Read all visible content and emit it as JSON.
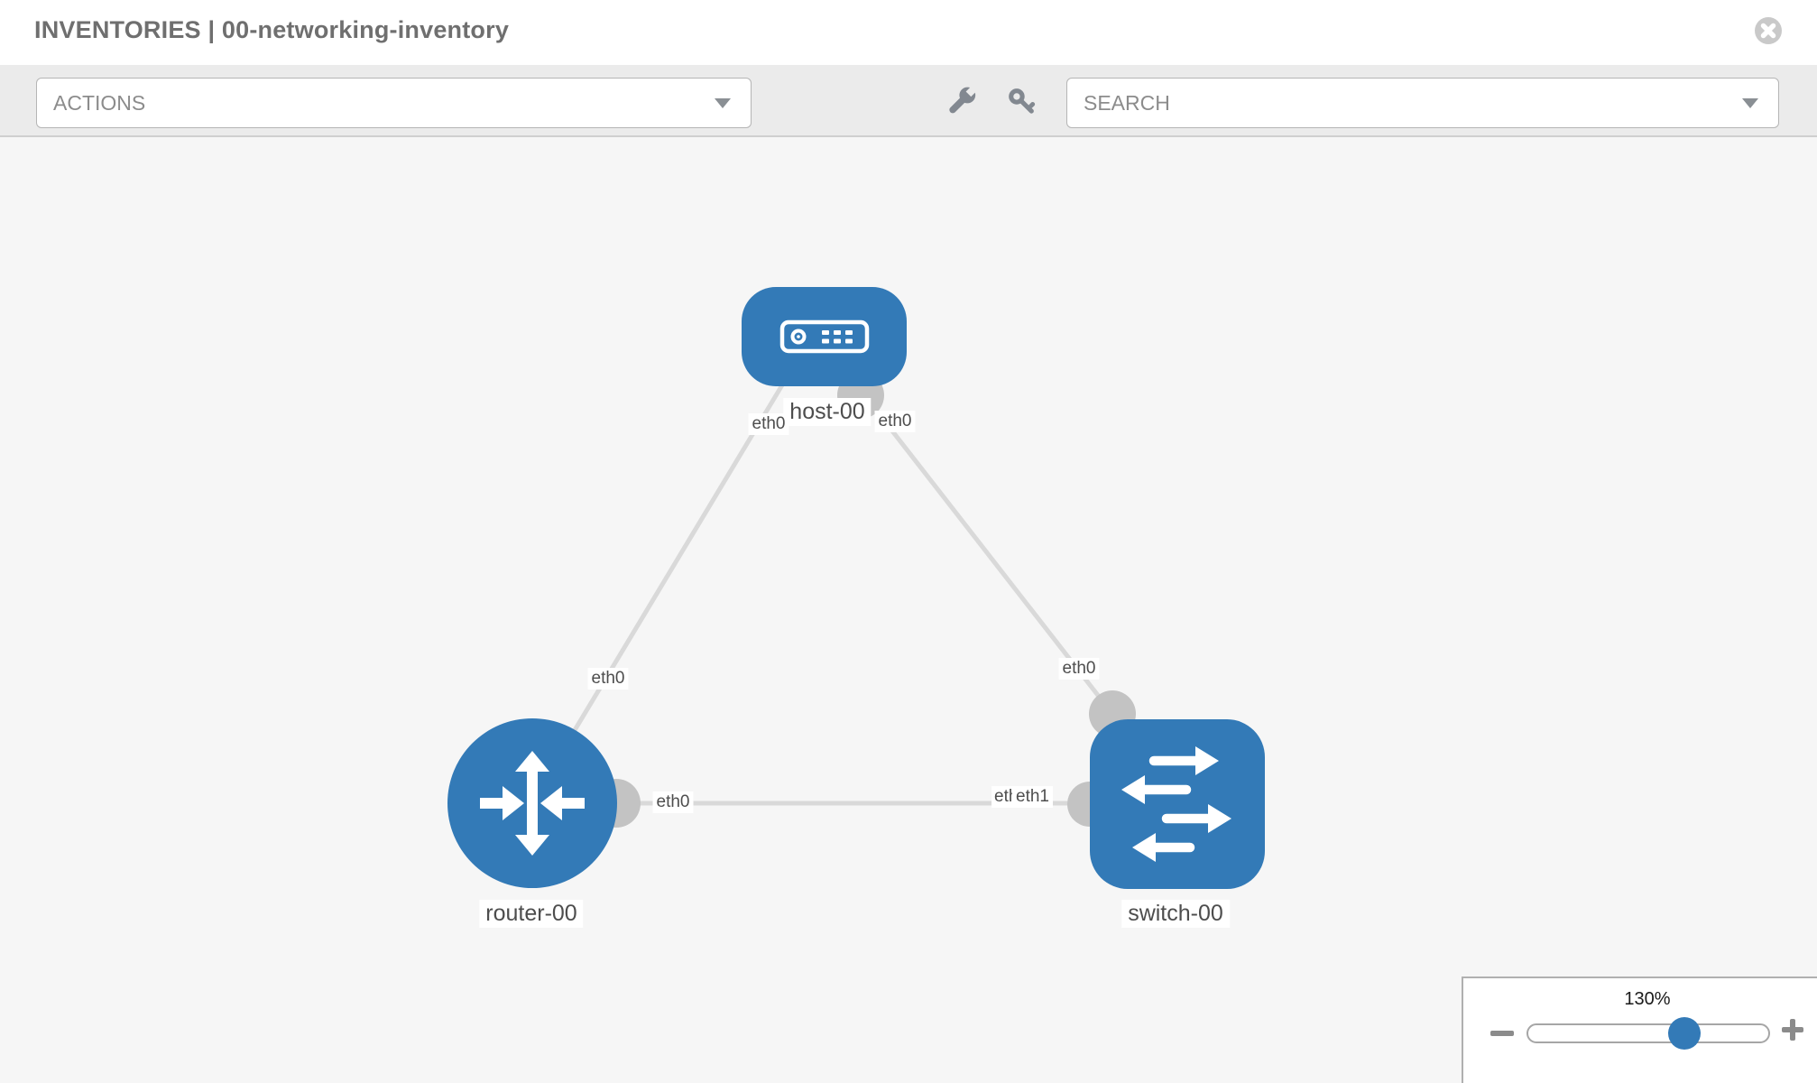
{
  "window": {
    "title": "INVENTORIES | 00-networking-inventory"
  },
  "toolbar": {
    "actions_label": "ACTIONS",
    "search_label": "SEARCH",
    "icons": [
      "wrench-icon",
      "key-icon"
    ]
  },
  "diagram": {
    "nodes": [
      {
        "name": "host-00",
        "type": "host"
      },
      {
        "name": "router-00",
        "type": "router"
      },
      {
        "name": "switch-00",
        "type": "switch"
      }
    ],
    "links": [
      {
        "source": "host-00",
        "source_interface": "eth0",
        "target": "router-00",
        "target_interface": "eth0"
      },
      {
        "source": "host-00",
        "source_interface": "eth0",
        "target": "switch-00",
        "target_interface": "eth0"
      },
      {
        "source": "router-00",
        "source_interface": "eth0",
        "target": "switch-00",
        "target_interface": "eth1"
      }
    ]
  },
  "zoom_control": {
    "level": "130%"
  },
  "colors": {
    "node_blue": "#337ab7",
    "link_gray": "#d9d9d9",
    "connector_gray": "#c3c3c3",
    "toolbar_gray": "#ebebeb"
  }
}
